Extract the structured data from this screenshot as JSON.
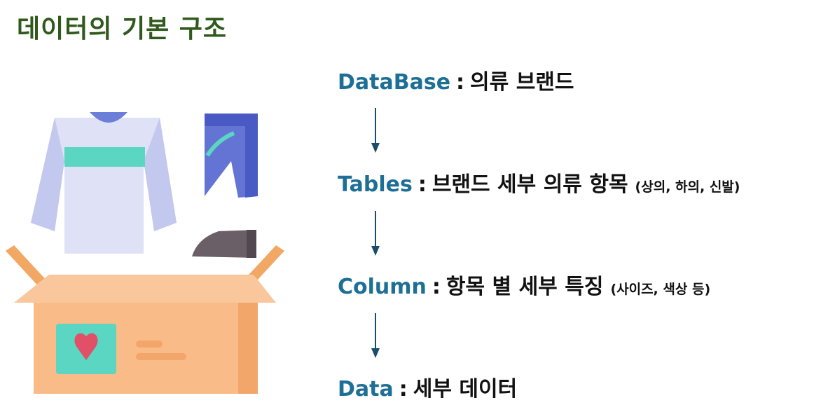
{
  "title": "데이터의 기본 구조",
  "separator": ":",
  "levels": [
    {
      "keyword": "DataBase",
      "description": "의류 브랜드",
      "note": ""
    },
    {
      "keyword": "Tables",
      "description": "브랜드 세부 의류 항목",
      "note": "(상의, 하의, 신발)"
    },
    {
      "keyword": "Column",
      "description": "항목 별 세부 특징",
      "note": "(사이즈, 색상 등)"
    },
    {
      "keyword": "Data",
      "description": "세부 데이터",
      "note": ""
    }
  ],
  "colors": {
    "title": "#2f5a1c",
    "keyword": "#1e6f96",
    "arrow": "#1b4d6b"
  },
  "icons": [
    "shirt-icon",
    "pants-icon",
    "shoe-icon",
    "box-icon",
    "heart-icon"
  ]
}
